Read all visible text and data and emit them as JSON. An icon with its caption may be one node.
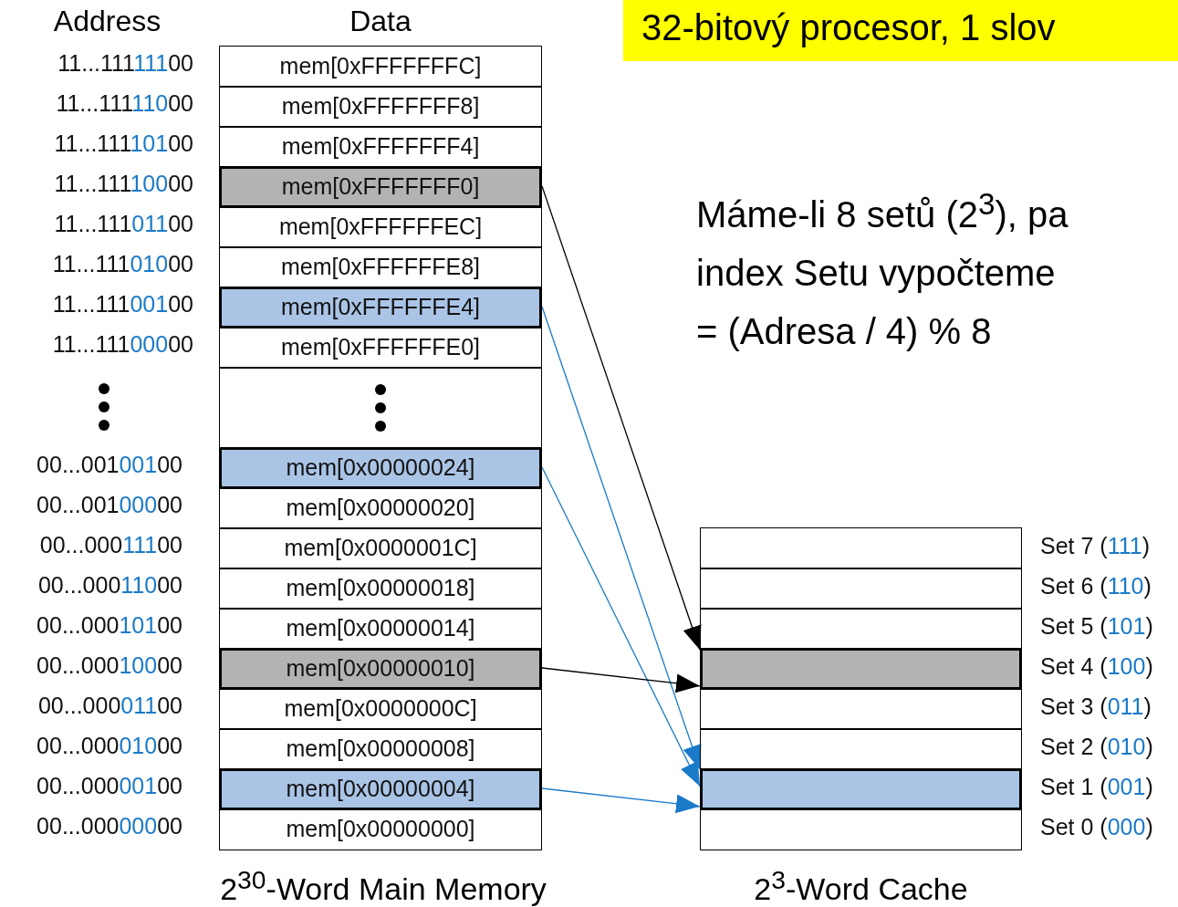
{
  "diagram": {
    "title": "32-bitový procesor, 1 slov",
    "nodes": [
      {
        "text": [
          "mem[0xFFFFFFFC]"
        ],
        "beside": [
          "11...11111100"
        ]
      },
      {
        "text": [
          "mem[0xFFFFFFF8]"
        ],
        "beside": [
          "11...11111000"
        ]
      },
      {
        "text": [
          "mem[0xFFFFFFF4]"
        ],
        "beside": [
          "11...11110100"
        ]
      },
      {
        "text": [
          "mem[0xFFFFFFF0]"
        ],
        "beside": [
          "11...11110000"
        ]
      },
      {
        "text": [
          "mem[0xFFFFFFEC]"
        ],
        "beside": [
          "11...11101100"
        ]
      },
      {
        "text": [
          "mem[0xFFFFFFE8]"
        ],
        "beside": [
          "11...11101000"
        ]
      },
      {
        "text": [
          "mem[0xFFFFFFE4]"
        ],
        "beside": [
          "11...11100100"
        ]
      },
      {
        "text": [
          "mem[0xFFFFFFE0]"
        ],
        "beside": [
          "11...11100000"
        ]
      },
      {
        "text": [],
        "shape": "box"
      },
      {
        "text": [
          "mem[0x00000024]"
        ],
        "beside": [
          "00...00100100"
        ]
      },
      {
        "text": [
          "mem[0x00000020]"
        ],
        "beside": [
          "00...00100000"
        ]
      },
      {
        "text": [
          "mem[0x0000001C]"
        ],
        "beside": [
          "00...00011100"
        ]
      },
      {
        "text": [
          "mem[0x00000018]"
        ],
        "beside": [
          "00...00011000"
        ]
      },
      {
        "text": [
          "mem[0x00000014]"
        ],
        "beside": [
          "00...00010100"
        ]
      },
      {
        "text": [
          "mem[0x00000010]"
        ],
        "beside": [
          "00...00010000"
        ]
      },
      {
        "text": [
          "mem[0x0000000C]"
        ],
        "beside": [
          "00...00001100"
        ]
      },
      {
        "text": [
          "mem[0x00000008]"
        ],
        "beside": [
          "00...00001000"
        ]
      },
      {
        "text": [
          "mem[0x00000004]"
        ],
        "beside": [
          "00...00000100"
        ]
      },
      {
        "text": [
          "mem[0x00000000]"
        ],
        "beside": [
          "00...00000000"
        ]
      },
      {
        "text": [],
        "shape": "box",
        "beside": [
          "Set 7 (111)"
        ]
      },
      {
        "text": [],
        "shape": "box",
        "beside": [
          "Set 6 (110)"
        ]
      },
      {
        "text": [],
        "shape": "box",
        "beside": [
          "Set 5 (101)"
        ]
      },
      {
        "text": [],
        "shape": "box",
        "beside": [
          "Set 4 (100)"
        ]
      },
      {
        "text": [],
        "shape": "box",
        "beside": [
          "Set 3 (011)"
        ]
      },
      {
        "text": [],
        "shape": "box",
        "beside": [
          "Set 2 (010)"
        ]
      },
      {
        "text": [],
        "shape": "box",
        "beside": [
          "Set 1 (001)"
        ]
      },
      {
        "text": [],
        "shape": "box",
        "beside": [
          "Set 0 (000)"
        ]
      }
    ],
    "edges": [
      {
        "from": 3,
        "to": 22,
        "arrow": "to",
        "color": "#000000"
      },
      {
        "from": 6,
        "to": 25,
        "arrow": "to"
      },
      {
        "from": 9,
        "to": 25,
        "arrow": "to"
      },
      {
        "from": 14,
        "to": 22,
        "arrow": "to",
        "color": "#000000"
      },
      {
        "from": 17,
        "to": 25,
        "arrow": "to"
      }
    ],
    "labels": [
      "Address",
      "Data",
      "Máme-li 8 setů (2$^{3}$), pa index Setu vypočteme = (Adresa / 4) % 8",
      "2$^{30}$-Word Main Memory",
      "2$^{3}$-Word Cache"
    ]
  }
}
